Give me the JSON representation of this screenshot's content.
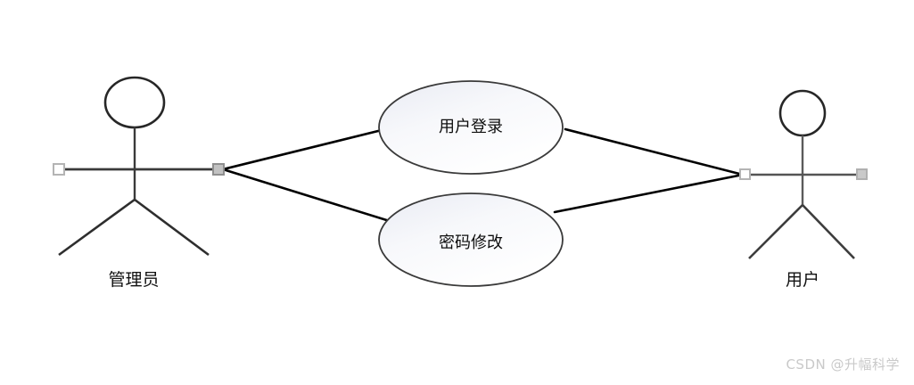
{
  "diagram": {
    "type": "uml-use-case-diagram",
    "background_color": "#ffffff",
    "stroke_color": "#2b2b2b",
    "line_color": "#000000",
    "actors": [
      {
        "id": "admin",
        "label": "管理员",
        "side": "left",
        "handles": [
          {
            "name": "left-arm-handle",
            "state": "unselected",
            "fill": "#ffffff",
            "border": "#b4b4b4"
          },
          {
            "name": "right-arm-handle",
            "state": "connected",
            "fill": "#c0c0c0",
            "border": "#8a8a8a"
          }
        ]
      },
      {
        "id": "user",
        "label": "用户",
        "side": "right",
        "handles": [
          {
            "name": "left-arm-handle",
            "state": "connected",
            "fill": "#ffffff",
            "border": "#b4b4b4"
          },
          {
            "name": "right-arm-handle",
            "state": "unselected",
            "fill": "#c9c9c9",
            "border": "#b0b0b0"
          }
        ]
      }
    ],
    "use_cases": [
      {
        "id": "login",
        "label": "用户登录",
        "fill_from": "#eceef5",
        "fill_to": "#ffffff",
        "border": "#3a3a3a"
      },
      {
        "id": "password",
        "label": "密码修改",
        "fill_from": "#eceef5",
        "fill_to": "#ffffff",
        "border": "#3a3a3a"
      }
    ],
    "associations": [
      {
        "from": "admin",
        "to": "login"
      },
      {
        "from": "admin",
        "to": "password"
      },
      {
        "from": "user",
        "to": "login"
      },
      {
        "from": "user",
        "to": "password"
      }
    ]
  },
  "watermark": {
    "text": "CSDN @升幅科学",
    "color": "#c9c9c9"
  }
}
